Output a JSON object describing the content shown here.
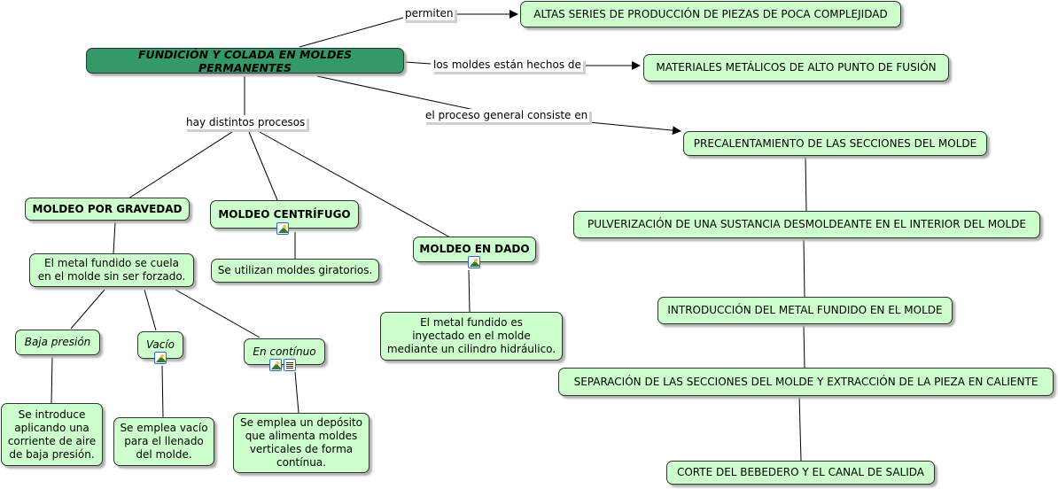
{
  "map": {
    "root": "FUNDICIÓN Y COLADA EN MOLDES PERMANENTES",
    "links": {
      "permiten": "permiten",
      "hechos": "los moldes están hechos de",
      "proceso": "el proceso general consiste en",
      "procesos": "hay distintos procesos"
    },
    "concepts": {
      "altas_series": "ALTAS SERIES DE PRODUCCIÓN DE PIEZAS DE POCA COMPLEJIDAD",
      "materiales": "MATERIALES METÁLICOS DE ALTO PUNTO DE FUSIÓN",
      "gravedad": "MOLDEO POR GRAVEDAD",
      "centrifugo": "MOLDEO CENTRÍFUGO",
      "dado": "MOLDEO EN DADO",
      "gravedad_desc": "El metal fundido se cuela\nen el molde sin ser forzado.",
      "centrifugo_desc": "Se utilizan moldes giratorios.",
      "dado_desc": "El metal fundido es\ninyectado en el molde\nmediante un cilindro hidráulico.",
      "baja_presion": "Baja presión",
      "vacio": "Vacío",
      "continuo": "En contínuo",
      "baja_presion_desc": "Se introduce\naplicando una\ncorriente de aire\nde baja presión.",
      "vacio_desc": "Se emplea vacío\npara el llenado\ndel molde.",
      "continuo_desc": "Se emplea un depósito\nque alimenta moldes\nverticales de forma\ncontínua."
    },
    "steps": [
      "PRECALENTAMIENTO DE LAS SECCIONES DEL MOLDE",
      "PULVERIZACIÓN DE UNA SUSTANCIA DESMOLDEANTE EN EL INTERIOR DEL MOLDE",
      "INTRODUCCIÓN DEL METAL FUNDIDO EN EL MOLDE",
      "SEPARACIÓN DE LAS SECCIONES DEL MOLDE Y EXTRACCIÓN DE LA PIEZA EN CALIENTE",
      "CORTE DEL BEBEDERO Y EL CANAL DE SALIDA"
    ],
    "icons": {
      "image": "image-resource-icon",
      "document": "document-resource-icon"
    }
  }
}
